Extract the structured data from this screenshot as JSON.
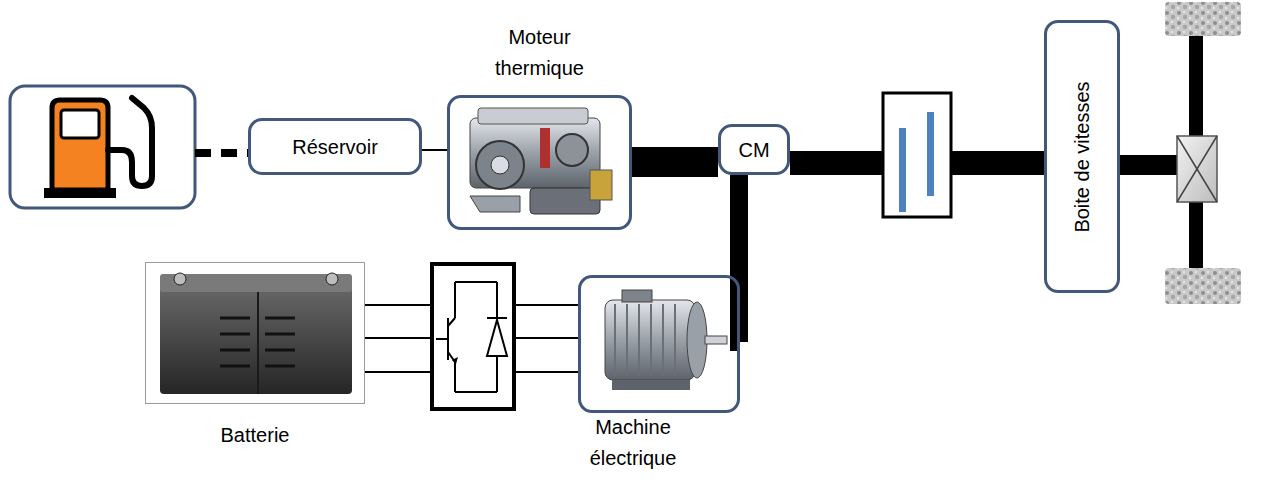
{
  "diagram": {
    "nodes": [
      {
        "text": [
          "Réservoir"
        ]
      },
      {
        "text": [
          "Moteur thermique"
        ]
      },
      {
        "text": [
          "CM"
        ]
      },
      {
        "text": [
          "Boite de vitesses"
        ]
      },
      {
        "text": [
          "Batterie"
        ]
      },
      {
        "text": [
          "Machine électrique"
        ]
      }
    ],
    "edges": [
      {
        "from": 0,
        "to": 1,
        "arrow": "none"
      },
      {
        "from": 1,
        "to": 2,
        "arrow": "none"
      },
      {
        "from": 2,
        "to": 3,
        "arrow": "none"
      },
      {
        "from": 2,
        "to": 5,
        "arrow": "none"
      },
      {
        "from": 4,
        "to": 5,
        "arrow": "none"
      }
    ]
  }
}
